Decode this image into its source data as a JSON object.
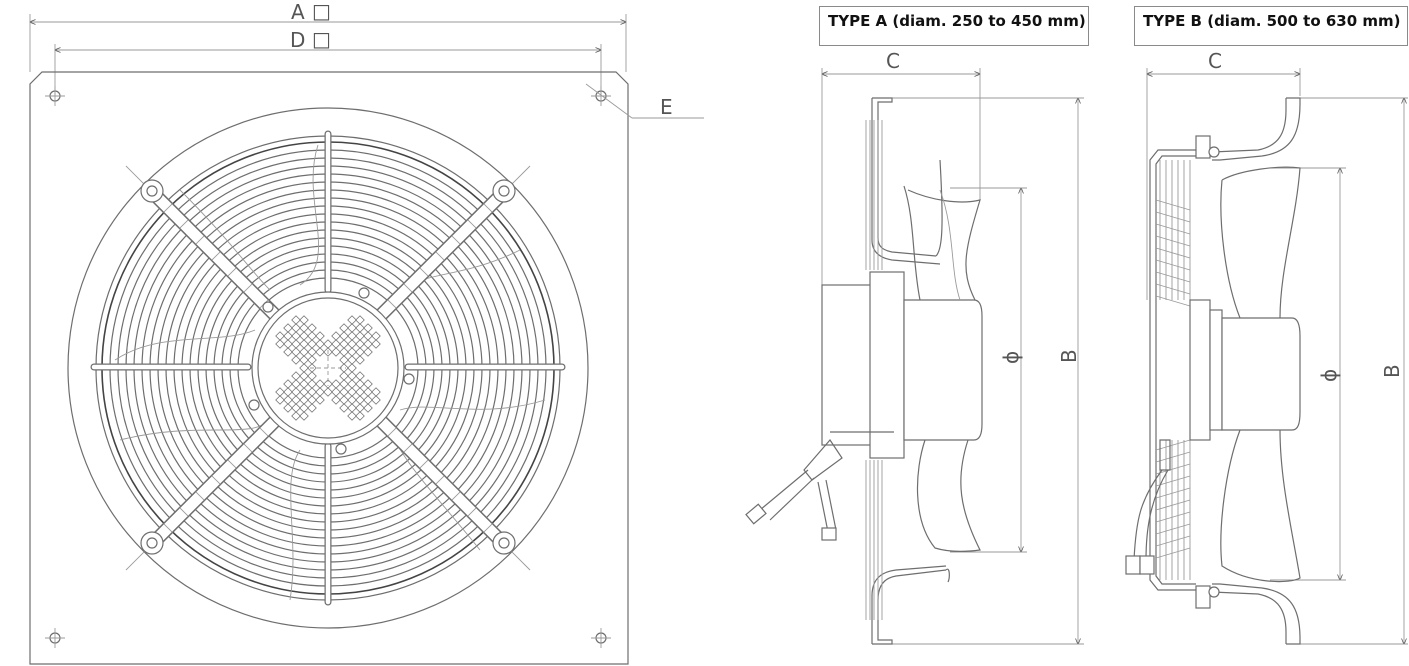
{
  "labels": {
    "dim_a": "A",
    "dim_d": "D",
    "square_mark": "□",
    "dim_e": "E",
    "dim_c": "C",
    "dim_b": "B",
    "dim_phi": "ϕ"
  },
  "type_a": {
    "title": "TYPE A (diam. 250 to 450 mm)"
  },
  "type_b": {
    "title": "TYPE B (diam. 500 to 630 mm)"
  }
}
